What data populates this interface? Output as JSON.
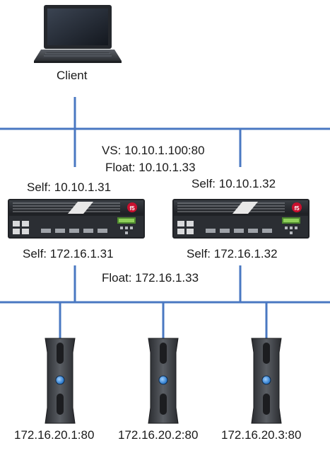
{
  "client": {
    "label": "Client"
  },
  "virtual_server": {
    "vs_label": "VS: 10.10.1.100:80",
    "float_label": "Float: 10.10.1.33"
  },
  "load_balancers": [
    {
      "self_external": "Self: 10.10.1.31",
      "self_internal": "Self: 172.16.1.31"
    },
    {
      "self_external": "Self: 10.10.1.32",
      "self_internal": "Self: 172.16.1.32"
    }
  ],
  "internal_float": {
    "label": "Float: 172.16.1.33"
  },
  "pool_members": [
    {
      "label": "172.16.20.1:80"
    },
    {
      "label": "172.16.20.2:80"
    },
    {
      "label": "172.16.20.3:80"
    }
  ],
  "colors": {
    "network_line": "#4a78c2",
    "appliance_body": "#2a2d32",
    "server_body": "#3a3d42",
    "server_led": "#3a8fe0"
  }
}
